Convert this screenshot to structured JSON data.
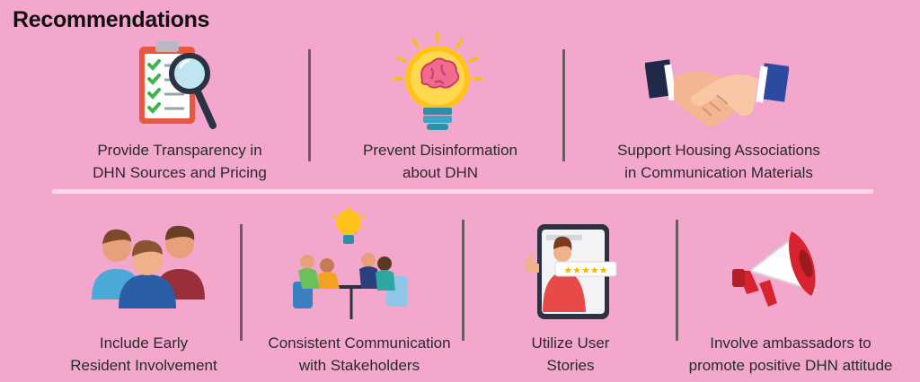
{
  "title": "Recommendations",
  "colors": {
    "background": "#f4a7cc",
    "divider_light": "#f9dbe8",
    "divider_dark": "#6b5a62"
  },
  "top_row": [
    {
      "icon": "clipboard-checklist-magnifier-icon",
      "line1": "Provide Transparency in",
      "line2": "DHN Sources and Pricing"
    },
    {
      "icon": "lightbulb-brain-icon",
      "line1": "Prevent Disinformation",
      "line2": "about DHN"
    },
    {
      "icon": "handshake-icon",
      "line1": "Support Housing Associations",
      "line2": "in Communication Materials"
    }
  ],
  "bottom_row": [
    {
      "icon": "resident-group-icon",
      "line1": "Include Early",
      "line2": "Resident Involvement"
    },
    {
      "icon": "team-meeting-icon",
      "line1": "Consistent Communication",
      "line2": "with Stakeholders"
    },
    {
      "icon": "user-review-phone-icon",
      "line1": "Utilize User",
      "line2": "Stories"
    },
    {
      "icon": "megaphone-icon",
      "line1": "Involve ambassadors to",
      "line2": "promote positive DHN attitude"
    }
  ]
}
